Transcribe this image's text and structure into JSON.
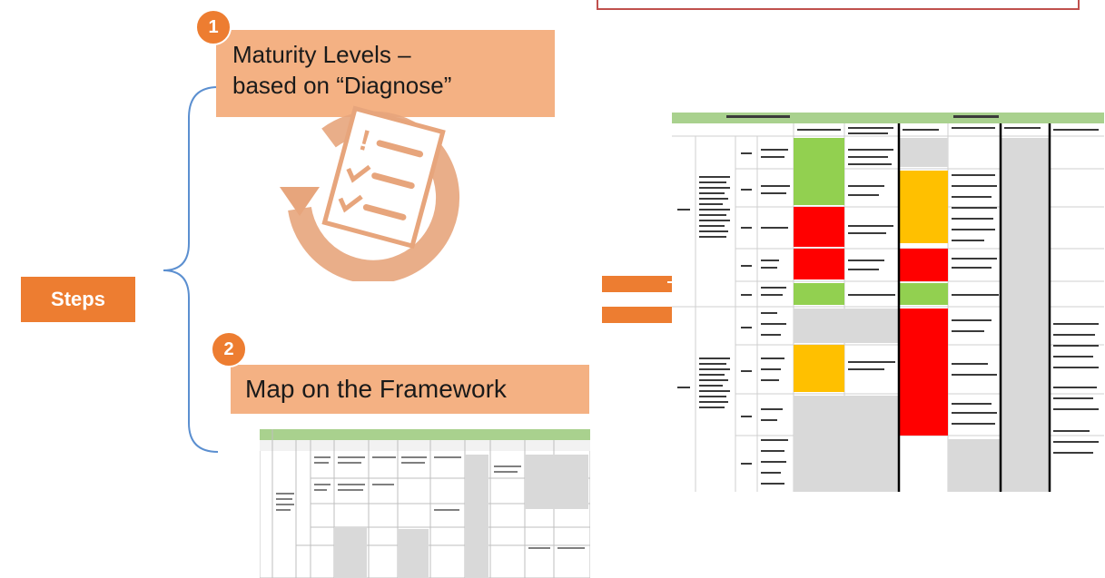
{
  "diagram": {
    "steps_label": "Steps",
    "step1": {
      "number": "1",
      "label_line1": "Maturity Levels –",
      "label_line2": "based on “Diagnose”",
      "icon": "checklist-cycle-icon"
    },
    "step2": {
      "number": "2",
      "label": "Map on the Framework",
      "thumbnail": "framework-table-thumbnail"
    },
    "result": {
      "thumbnail": "colored-framework-table-thumbnail",
      "equals_icon": "equals-sign-icon"
    },
    "colors": {
      "accent": "#ed7d31",
      "label_fill": "#f4b183",
      "icon_fill": "#e7a57c",
      "bracket": "#5b8fd0",
      "table_header": "#a9d18e",
      "green": "#92d050",
      "yellow": "#ffc000",
      "red": "#ff0000",
      "grey": "#d9d9d9",
      "top_border": "#c0504d"
    }
  }
}
